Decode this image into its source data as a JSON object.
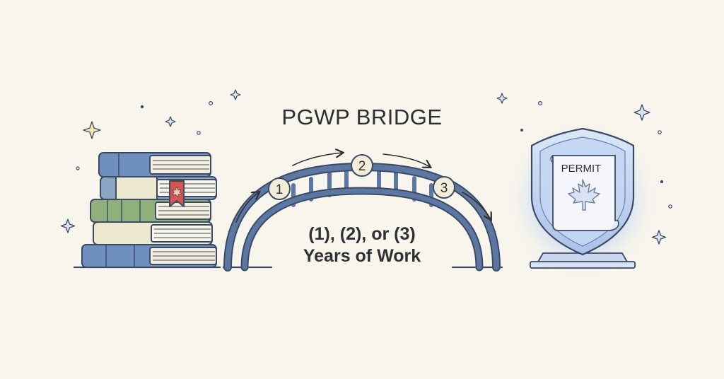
{
  "diagram": {
    "title": "PGWP BRIDGE",
    "caption_line1": "(1), (2), or (3)",
    "caption_line2": "Years of Work",
    "steps": [
      {
        "label": "1"
      },
      {
        "label": "2"
      },
      {
        "label": "3"
      }
    ],
    "permit_label": "PERMIT"
  },
  "icons": {
    "books": "book-stack-icon",
    "bridge": "arch-bridge-icon",
    "permit": "permit-shield-icon",
    "leaf": "maple-leaf-icon",
    "sparkle": "sparkle-star-icon"
  },
  "colors": {
    "background": "#f8f5ec",
    "outline": "#3c4a66",
    "bridge": "#5d77a3",
    "book_blue": "#6f8fbf",
    "book_green": "#8fb07a",
    "book_cream": "#ece7cf",
    "bookmark": "#d9534f",
    "shield_glow": "#a9c4ec"
  }
}
